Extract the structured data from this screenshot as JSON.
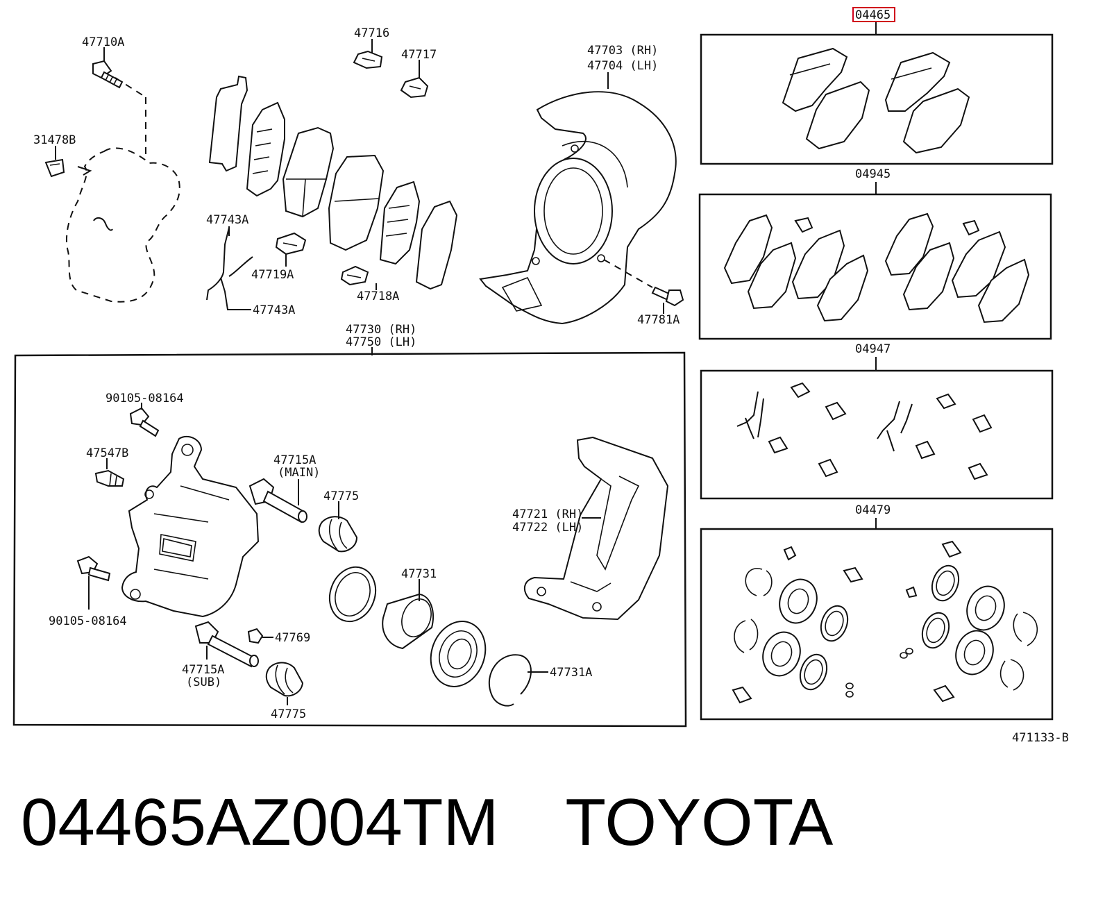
{
  "labels": {
    "l47710A": "47710A",
    "l31478B": "31478B",
    "l47716": "47716",
    "l47717": "47717",
    "l47743A_top": "47743A",
    "l47719A": "47719A",
    "l47743A_bot": "47743A",
    "l47718A": "47718A",
    "l47703": "47703 (RH)",
    "l47704": "47704 (LH)",
    "l47781A": "47781A",
    "l47730": "47730 (RH)",
    "l47750": "47750 (LH)",
    "l90105_top": "90105-08164",
    "l47547B": "47547B",
    "l47715A_main": "47715A",
    "l_main": "(MAIN)",
    "l47775_top": "47775",
    "l47721": "47721 (RH)",
    "l47722": "47722 (LH)",
    "l47731": "47731",
    "l90105_bot": "90105-08164",
    "l47769": "47769",
    "l47715A_sub": "47715A",
    "l_sub": "(SUB)",
    "l47731A": "47731A",
    "l47775_bot": "47775",
    "k04465": "04465",
    "k04945": "04945",
    "k04947": "04947",
    "k04479": "04479",
    "ref": "471133-B"
  },
  "highlight_color": "#d0021b",
  "caption": {
    "part_number": "04465AZ004TM",
    "brand": "TOYOTA"
  }
}
